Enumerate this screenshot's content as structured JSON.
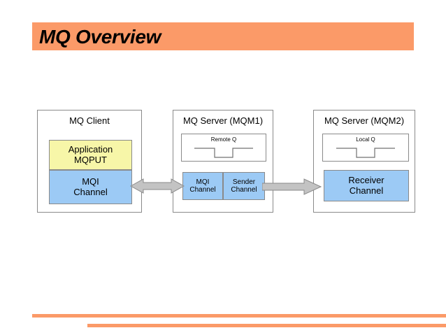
{
  "slide": {
    "title": "MQ Overview",
    "banner_color": "#fb9a68",
    "footer_color": "#fb9a68"
  },
  "diagram": {
    "panels": [
      {
        "id": "client",
        "title": "MQ Client",
        "blocks": [
          {
            "name": "application",
            "label_line1": "Application",
            "label_line2": "MQPUT",
            "color": "#f7f6a8"
          },
          {
            "name": "mqi-channel",
            "label_line1": "MQI",
            "label_line2": "Channel",
            "color": "#9ccaf5"
          }
        ]
      },
      {
        "id": "mqm1",
        "title": "MQ Server (MQM1)",
        "queue": {
          "label": "Remote Q"
        },
        "blocks": [
          {
            "name": "mqi-channel",
            "label_line1": "MQI",
            "label_line2": "Channel",
            "color": "#9ccaf5"
          },
          {
            "name": "sender-channel",
            "label_line1": "Sender",
            "label_line2": "Channel",
            "color": "#9ccaf5"
          }
        ]
      },
      {
        "id": "mqm2",
        "title": "MQ Server (MQM2)",
        "queue": {
          "label": "Local Q"
        },
        "blocks": [
          {
            "name": "receiver-channel",
            "label_line1": "Receiver",
            "label_line2": "Channel",
            "color": "#9ccaf5"
          }
        ]
      }
    ],
    "connectors": [
      {
        "name": "client-to-mqm1",
        "style": "double-headed",
        "color": "#c0c0c0"
      },
      {
        "name": "mqm1-to-mqm2",
        "style": "single-headed-right",
        "color": "#c0c0c0"
      }
    ]
  }
}
